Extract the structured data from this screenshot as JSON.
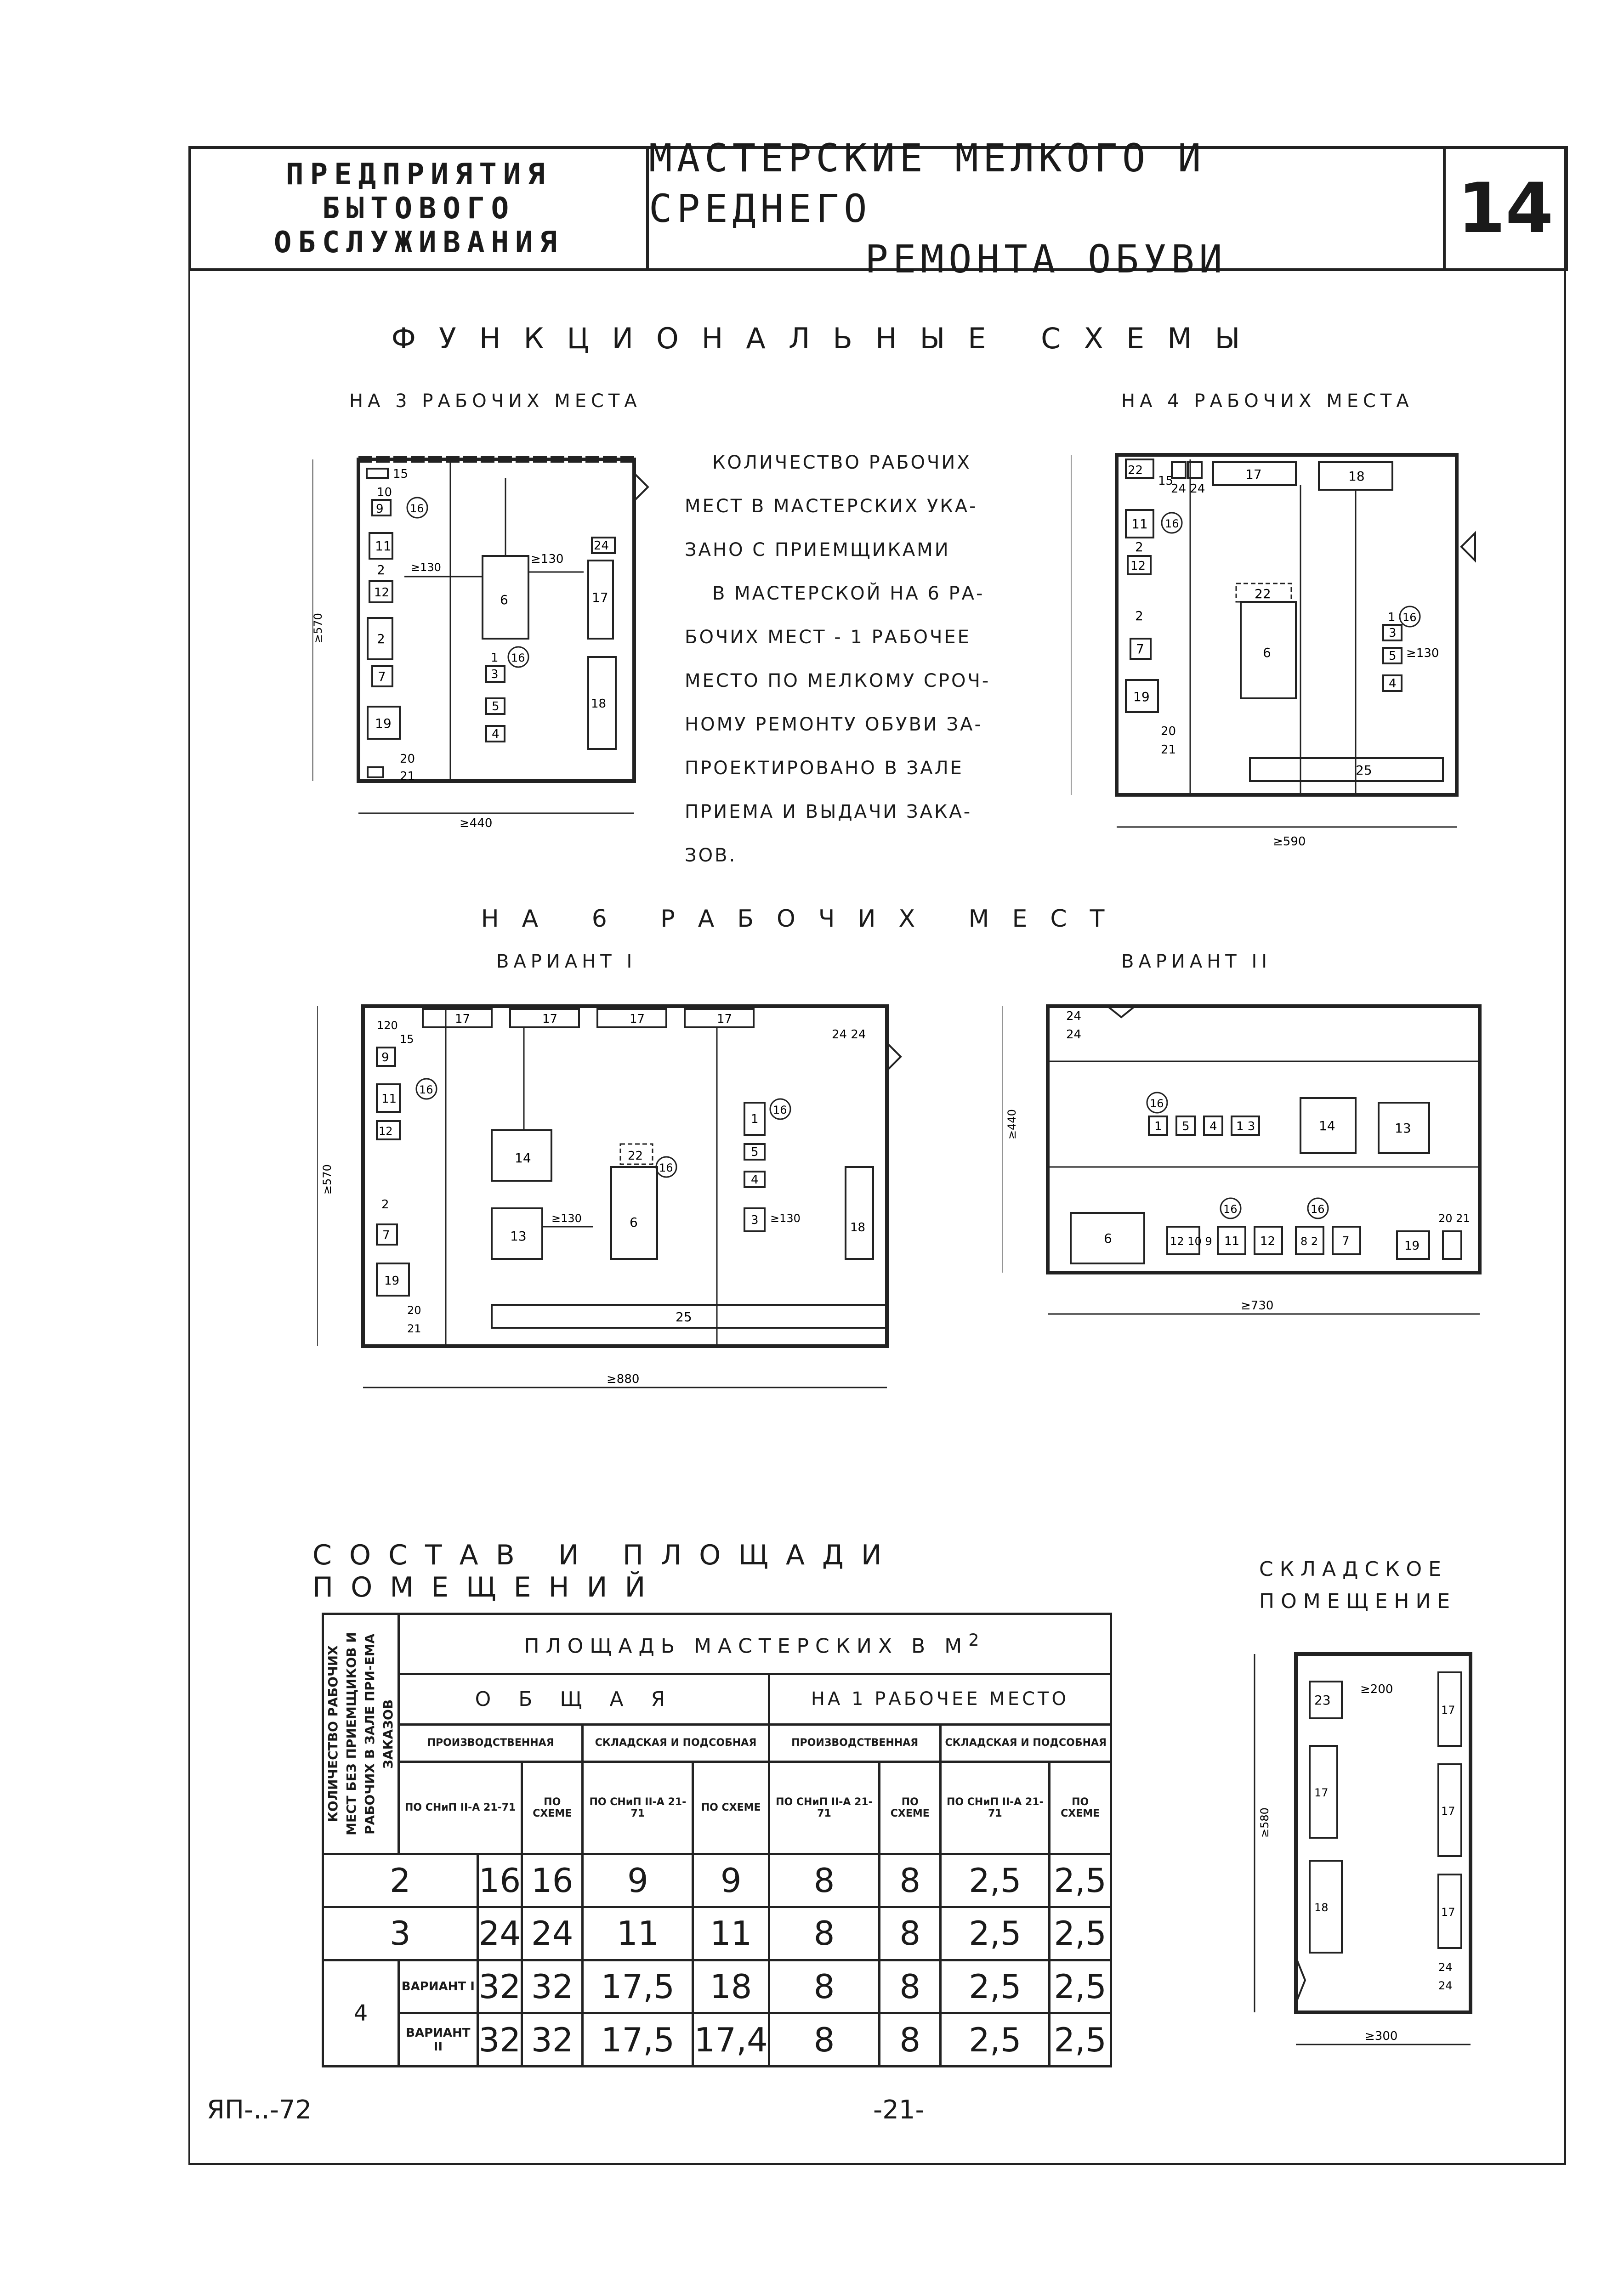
{
  "header": {
    "left_title": [
      "ПРЕДПРИЯТИЯ",
      "БЫТОВОГО",
      "ОБСЛУЖИВАНИЯ"
    ],
    "title_line1": "МАСТЕРСКИЕ МЕЛКОГО И СРЕДНЕГО",
    "title_line2": "РЕМОНТА ОБУВИ",
    "sheet_number": "14"
  },
  "section1": {
    "heading": "ФУНКЦИОНАЛЬНЫЕ СХЕМЫ",
    "plan3_label": "НА 3 РАБОЧИХ МЕСТА",
    "plan4_label": "НА 4 РАБОЧИХ МЕСТА",
    "note_lines": [
      "КОЛИЧЕСТВО РАБОЧИХ",
      "МЕСТ В МАСТЕРСКИХ УКА-",
      "ЗАНО С ПРИЕМЩИКАМИ",
      "В МАСТЕРСКОЙ НА 6 РА-",
      "БОЧИХ МЕСТ - 1 РАБОЧЕЕ",
      "МЕСТО ПО МЕЛКОМУ СРОЧ-",
      "НОМУ РЕМОНТУ ОБУВИ ЗА-",
      "ПРОЕКТИРОВАНО В ЗАЛЕ",
      "ПРИЕМА И ВЫДАЧИ ЗАКА-",
      "ЗОВ."
    ],
    "plan3_dims": {
      "width": "≥440",
      "height": "≥570"
    },
    "plan4_dims": {
      "width": "≥590"
    },
    "six_heading": "НА 6 РАБОЧИХ МЕСТ",
    "variant1_label": "ВАРИАНТ I",
    "variant2_label": "ВАРИАНТ II",
    "variant1_dims": {
      "width": "≥880",
      "height": "≥570"
    },
    "variant2_dims": {
      "width": "≥730",
      "height": "≥440"
    }
  },
  "section2": {
    "heading": "СОСТАВ И ПЛОЩАДИ ПОМЕЩЕНИЙ",
    "storage_label_line1": "СКЛАДСКОЕ",
    "storage_label_line2": "ПОМЕЩЕНИЕ",
    "storage_dims": {
      "width": "≥300",
      "height": "≥580"
    }
  },
  "table": {
    "row_header": "КОЛИЧЕСТВО РАБОЧИХ МЕСТ БЕЗ ПРИЕМЩИКОВ И РАБОЧИХ В ЗАЛЕ ПРИ-ЕМА ЗАКАЗОВ",
    "main_header": "ПЛОЩАДЬ МАСТЕРСКИХ В М",
    "main_header_sup": "2",
    "total_header": "ОБЩАЯ",
    "per_place_header": "НА 1 РАБОЧЕЕ МЕСТО",
    "prod_header": "ПРОИЗВОДСТВЕННАЯ",
    "store_header": "СКЛАДСКАЯ И ПОДСОБНАЯ",
    "by_snip": "ПО СНиП II-А 21-71",
    "by_scheme": "ПО СХЕМЕ",
    "rows": [
      {
        "places": "2",
        "values": [
          "16",
          "16",
          "9",
          "9",
          "8",
          "8",
          "2,5",
          "2,5"
        ]
      },
      {
        "places": "3",
        "values": [
          "24",
          "24",
          "11",
          "11",
          "8",
          "8",
          "2,5",
          "2,5"
        ]
      },
      {
        "places": "4",
        "variant": "ВАРИАНТ I",
        "values": [
          "32",
          "32",
          "17,5",
          "18",
          "8",
          "8",
          "2,5",
          "2,5"
        ]
      },
      {
        "places": "",
        "variant": "ВАРИАНТ II",
        "values": [
          "32",
          "32",
          "17,5",
          "17,4",
          "8",
          "8",
          "2,5",
          "2,5"
        ]
      }
    ]
  },
  "footer": {
    "code": "ЯП-..-72",
    "page": "-21-"
  }
}
